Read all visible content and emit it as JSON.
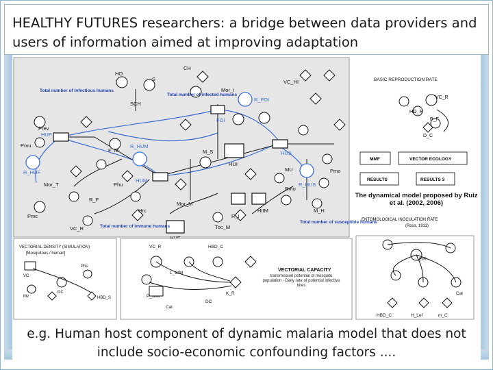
{
  "slide": {
    "title": "HEALTHY FUTURES researchers: a bridge between data providers and users of information aimed at improving adaptation",
    "caption": "e.g. Human host component of dynamic malaria model that does not include socio-economic confounding factors ...."
  },
  "model_diagram": {
    "nodes": {
      "ho": "HO",
      "s": "S",
      "sch": "SCH",
      "ch": "CH",
      "mor_i": "Mor_I",
      "rfoi": "R_FOI",
      "foi": "FOI",
      "prev": "Prev",
      "huf": "HUF",
      "rhuf": "R_HUF",
      "pmu": "Pmu",
      "mort": "Mor_T",
      "fm": "F_M",
      "rhum": "R_HUM",
      "hum": "HUM",
      "phu": "Phu",
      "hus": "HUS",
      "rhus": "R_HUS",
      "hui": "HUI",
      "ms": "M_S",
      "rmo": "Rmo",
      "pmo": "Pmo",
      "mh": "M_H",
      "hiim": "HIIM",
      "vcr": "VC_R",
      "huf2": "HUF",
      "hum_label": "HUM",
      "vc_hi": "VC_HI",
      "pmc": "Pmc",
      "rf": "R_F",
      "hrc": "Hrc",
      "mor_m": "Mor_M",
      "huf_b": "HUF",
      "tot_m": "Toc_M",
      "ri": "R_I",
      "mu": "MU"
    },
    "total_infectious": "Total number of infectious humans",
    "total_infected": "Total number of infected humans",
    "total_immune": "Total number of immune humans",
    "total_susceptible": "Total number of susceptible humans"
  },
  "side_panel": {
    "brr_title": "BASIC REPRODUCTION RATE",
    "brr_nodes": [
      "VC_R",
      "HO_R",
      "P_F",
      "D_C"
    ],
    "btn_left": "MMF",
    "btn_vector": "VECTOR ECOLOGY",
    "btn_results": "RESULTS",
    "btn_results3": "RESULTS 3",
    "model_caption": "The dynamical model proposed by Ruiz et al. (2002, 2006)",
    "eir_title": "ENTOMOLOGICAL INOCULATION RATE",
    "eir_sub": "(Ross, 1911)",
    "eir_nodes": [
      "EIR",
      "HBD_C",
      "H_Lef",
      "m_C",
      "Cal"
    ]
  },
  "bottom_panels": {
    "vd_title": "VECTORIAL DENSITY (SIMULATION)",
    "vd_sub": "[Mosquitoes / human]",
    "vd_nodes": [
      "VC",
      "DC",
      "HBD_S",
      "Phu",
      "Mv"
    ],
    "vc_title": "VECTORIAL CAPACITY",
    "vc_desc": "transmission potential of mosquito population - Daily rate of potential infective bites",
    "vc_nodes": [
      "VC_R",
      "HBD_C",
      "L_CIM",
      "P_BIM",
      "Cal",
      "DC",
      "K_R"
    ]
  }
}
